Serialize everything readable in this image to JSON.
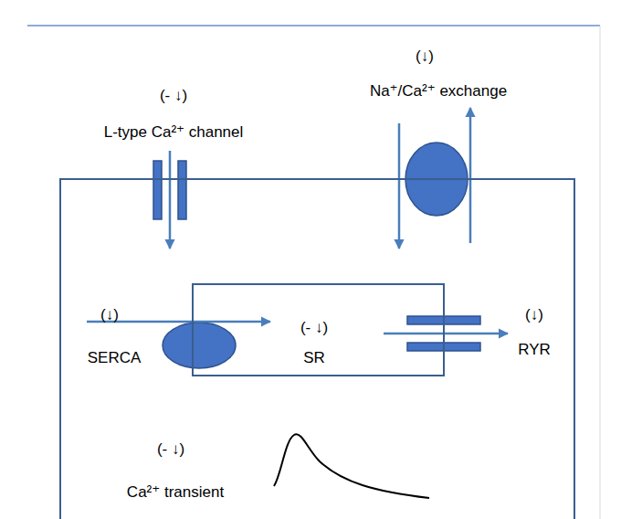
{
  "diagram": {
    "nodes": [
      {
        "text": [
          "(- ↓)",
          "Ca²⁺ transient"
        ]
      },
      {
        "text": [
          "(- ↓)",
          "SR"
        ],
        "in": 0
      }
    ],
    "labels": [
      "(- ↓)",
      "L-type Ca²⁺ channel",
      "(↓)",
      "Na⁺/Ca²⁺ exchange",
      "(↓)",
      "SERCA",
      "(↓)",
      "RYR"
    ]
  }
}
